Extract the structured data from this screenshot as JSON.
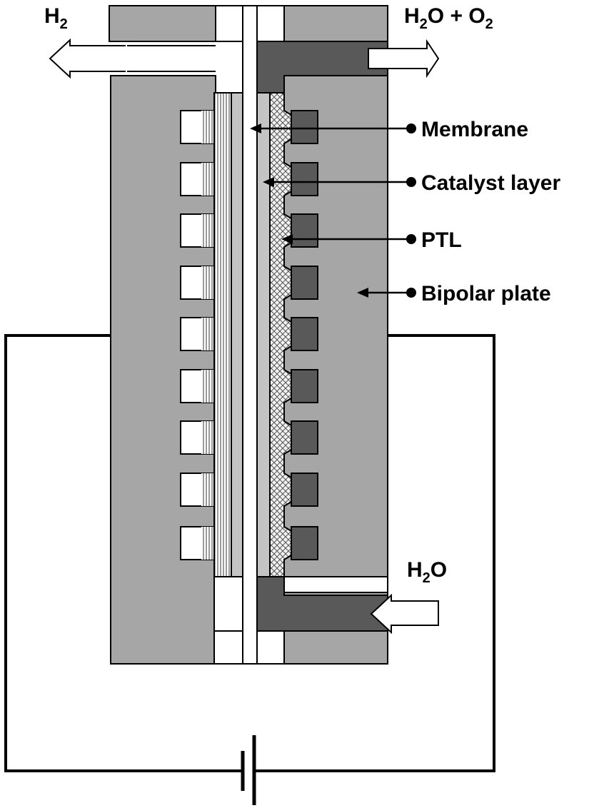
{
  "colors": {
    "plate": "#a6a6a6",
    "dark": "#595959",
    "catalyst": "#c4c4c4",
    "line": "#000000",
    "background": "#ffffff"
  },
  "flows": {
    "h2_out": {
      "main": "H",
      "sub": "2"
    },
    "anode_out": {
      "a": "H",
      "a_sub": "2",
      "b": "O + O",
      "b_sub": "2"
    },
    "water_in": {
      "main": "H",
      "sub": "2",
      "tail": "O"
    }
  },
  "labels": {
    "membrane": "Membrane",
    "catalyst_layer": "Catalyst layer",
    "ptl": "PTL",
    "bipolar_plate": "Bipolar plate"
  },
  "icons": {
    "battery": "battery-icon",
    "arrow": "arrow-icon"
  }
}
